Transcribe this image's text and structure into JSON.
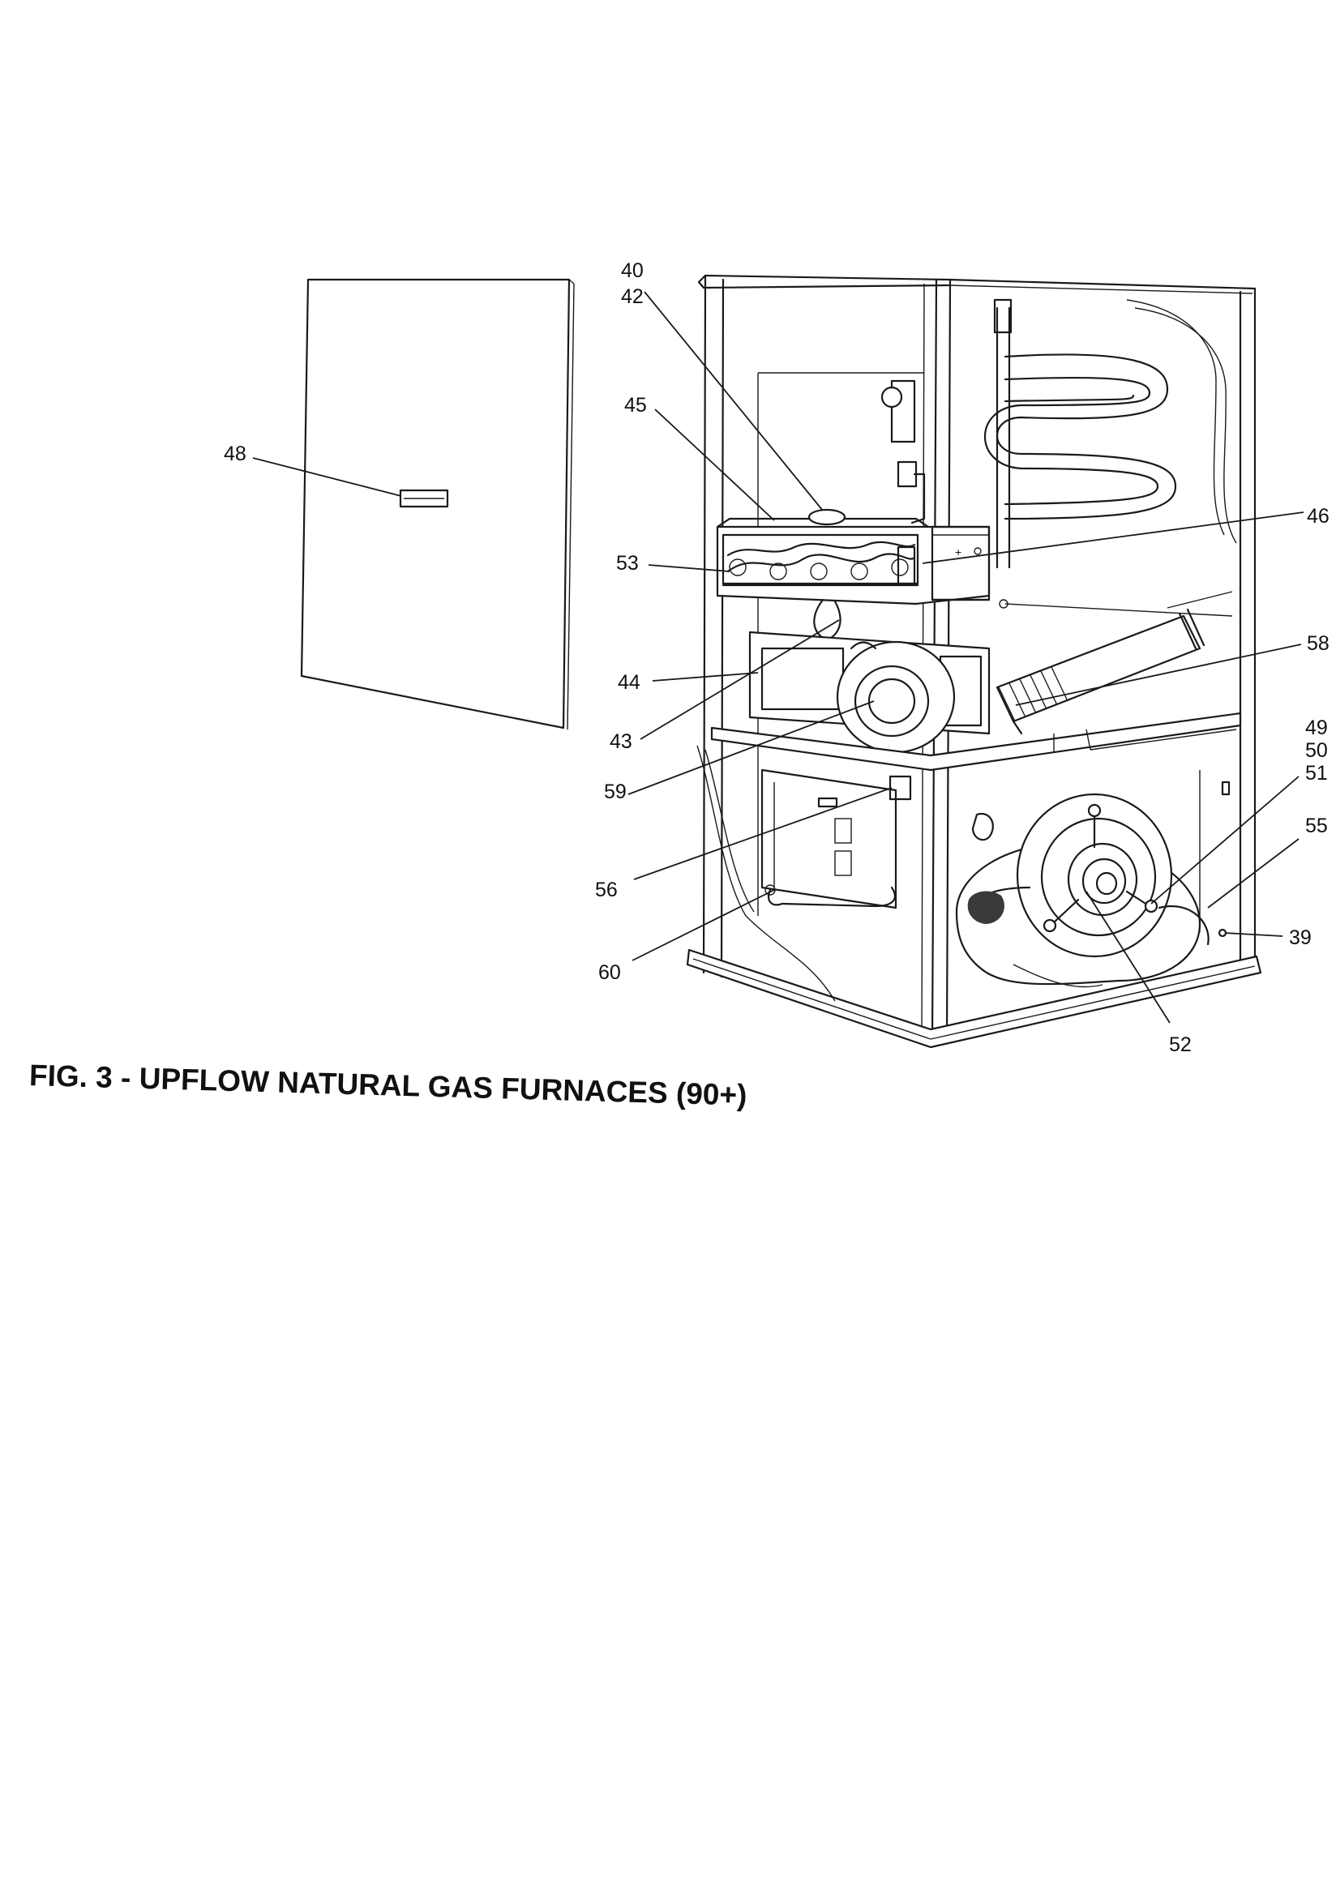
{
  "figure": {
    "caption": "FIG. 3 - UPFLOW NATURAL GAS FURNACES (90+)"
  },
  "labels": {
    "l40": "40",
    "l42": "42",
    "l45": "45",
    "l48": "48",
    "l53": "53",
    "l46": "46",
    "l58": "58",
    "l44": "44",
    "l43": "43",
    "l59": "59",
    "l56": "56",
    "l60": "60",
    "l49": "49",
    "l50": "50",
    "l51": "51",
    "l55": "55",
    "l39": "39",
    "l52": "52"
  }
}
